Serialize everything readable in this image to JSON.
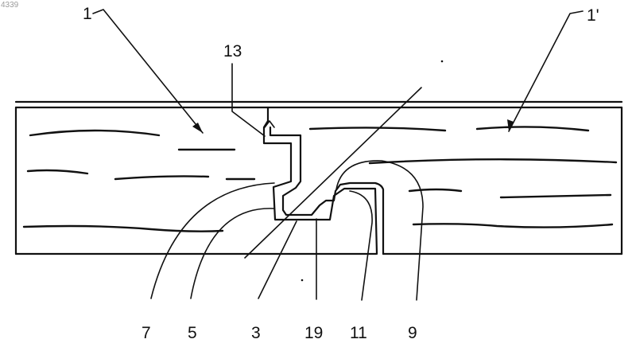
{
  "corner_code": "4339",
  "labels": {
    "board_left": "1",
    "board_right": "1'",
    "ref_13": "13",
    "ref_7": "7",
    "ref_5": "5",
    "ref_3": "3",
    "ref_19": "19",
    "ref_11": "11",
    "ref_9": "9"
  }
}
